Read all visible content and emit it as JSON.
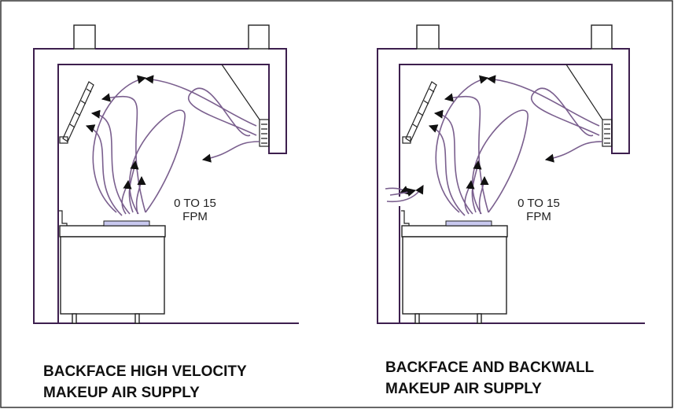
{
  "left_panel": {
    "caption_line1": "BACKFACE HIGH VELOCITY",
    "caption_line2": "MAKEUP AIR SUPPLY",
    "velocity_line1": "0 TO 15",
    "velocity_line2": "FPM"
  },
  "right_panel": {
    "caption_line1": "BACKFACE AND BACKWALL",
    "caption_line2": "MAKEUP AIR SUPPLY",
    "velocity_line1": "0 TO 15",
    "velocity_line2": "FPM"
  },
  "colors": {
    "structure": "#3d1f4e",
    "airflow": "#7a5f8e",
    "appliance_top": "#c8c8ef"
  }
}
